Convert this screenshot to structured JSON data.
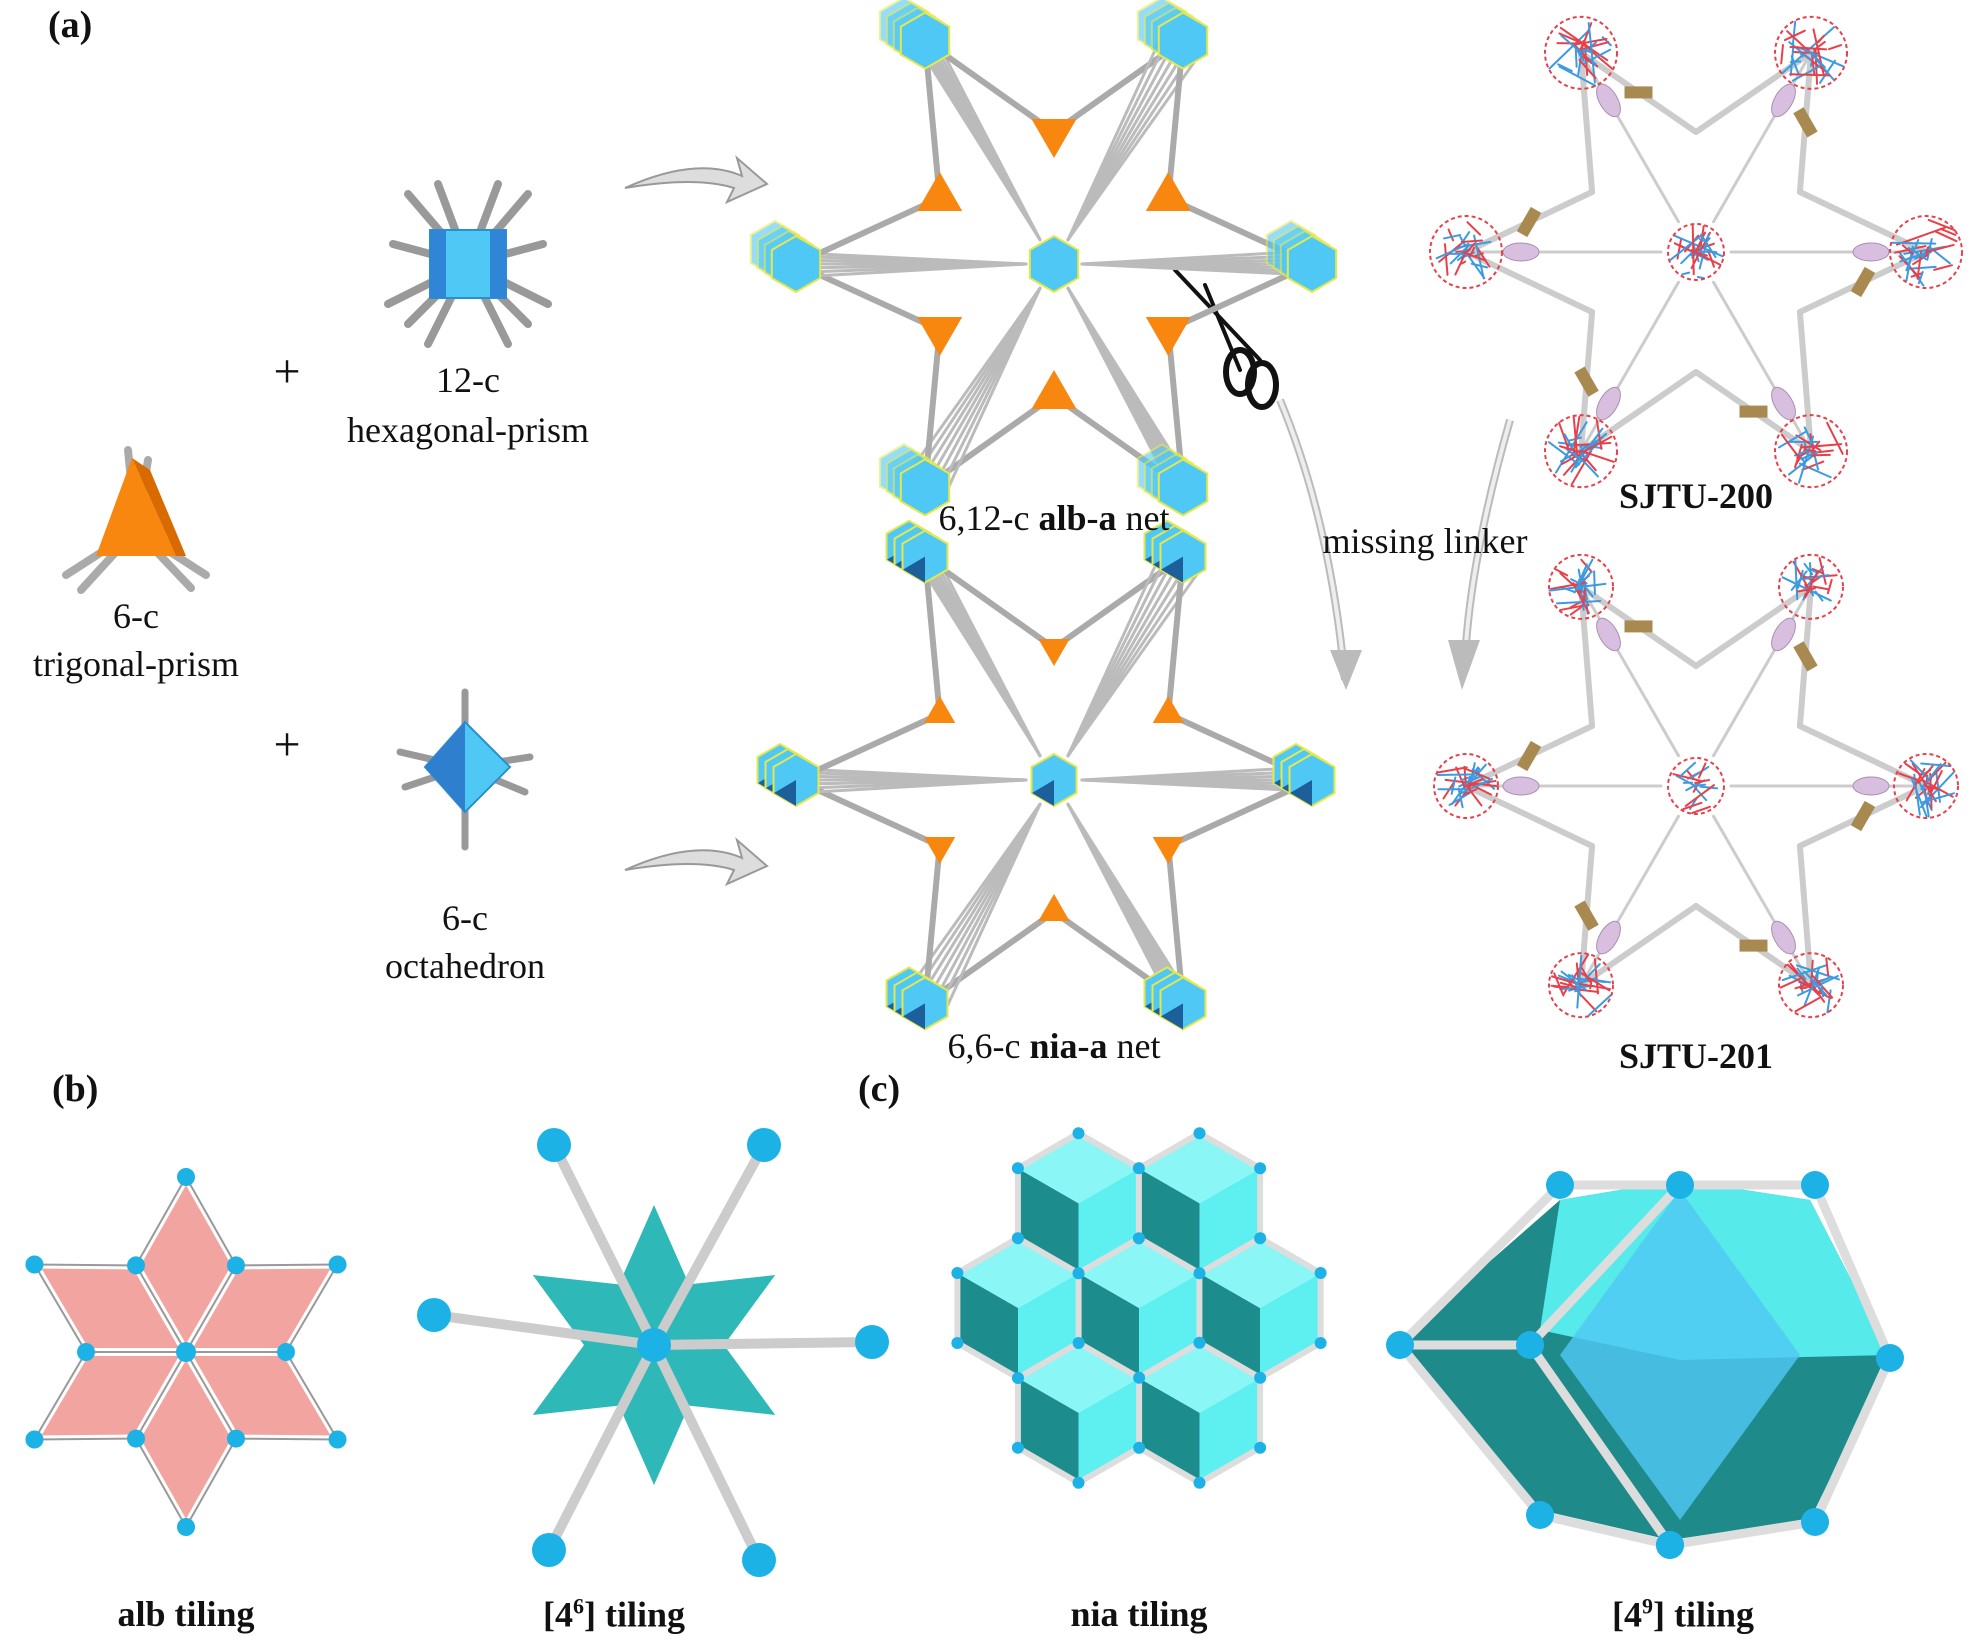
{
  "panels": {
    "a": "(a)",
    "b": "(b)",
    "c": "(c)"
  },
  "building_blocks": {
    "plus": "+",
    "hex_prism": {
      "line1": "12-c",
      "line2": "hexagonal-prism"
    },
    "trig_prism": {
      "line1": "6-c",
      "line2": "trigonal-prism"
    },
    "octahedron": {
      "line1": "6-c",
      "line2": "octahedron"
    }
  },
  "nets": {
    "alb": {
      "prefix": "6,12-c ",
      "name": "alb-a",
      "suffix": " net"
    },
    "nia": {
      "prefix": "6,6-c ",
      "name": "nia-a",
      "suffix": " net"
    }
  },
  "materials": {
    "sjtu200": "SJTU-200",
    "sjtu201": "SJTU-201",
    "missing_linker": "missing linker"
  },
  "tilings": {
    "alb": "alb tiling",
    "t46": {
      "open": "[4",
      "sup": "6",
      "close": "] tiling"
    },
    "nia": "nia tiling",
    "t49": {
      "open": "[4",
      "sup": "9",
      "close": "] tiling"
    }
  },
  "colors": {
    "cyan": "#4fc8f5",
    "orange": "#f7870f",
    "pink": "#f2a5a0",
    "teal": "#2fb8b8",
    "node": "#1cb2e6",
    "red": "#e8404a",
    "blue": "#3c9be0",
    "lilac": "#d8bfe0"
  }
}
